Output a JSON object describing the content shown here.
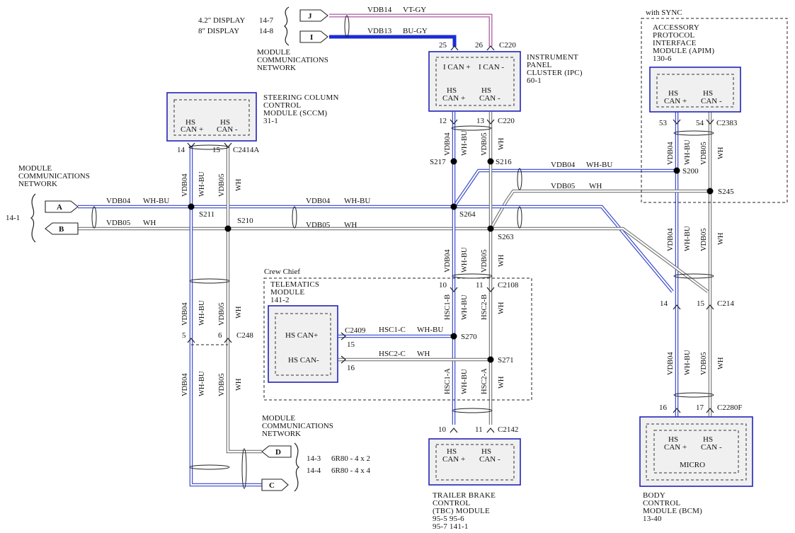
{
  "modules": {
    "sccm": {
      "name": [
        "STEERING COLUMN",
        "CONTROL",
        "MODULE (SCCM)",
        "31-1"
      ],
      "pins": [
        "HS",
        "CAN +",
        "HS",
        "CAN -"
      ]
    },
    "ipc": {
      "name": [
        "INSTRUMENT",
        "PANEL",
        "CLUSTER (IPC)",
        "60-1"
      ],
      "top_pins": [
        "I CAN +",
        "I CAN -"
      ],
      "pins": [
        "HS",
        "CAN +",
        "HS",
        "CAN -"
      ]
    },
    "apim": {
      "group": "with SYNC",
      "name": [
        "ACCESSORY",
        "PROTOCOL",
        "INTERFACE",
        "MODULE (APIM)",
        "130-6"
      ],
      "pins": [
        "HS",
        "CAN +",
        "HS",
        "CAN -"
      ]
    },
    "telematics": {
      "group": "Crew Chief",
      "name": [
        "TELEMATICS",
        "MODULE",
        "141-2"
      ],
      "pins": [
        "HS CAN+",
        "HS CAN-"
      ]
    },
    "tbc": {
      "name": [
        "TRAILER BRAKE",
        "CONTROL",
        "(TBC) MODULE",
        "95-5    95-6",
        "95-7    141-1"
      ],
      "pins": [
        "HS",
        "CAN +",
        "HS",
        "CAN -"
      ]
    },
    "bcm": {
      "name": [
        "BODY",
        "CONTROL",
        "MODULE (BCM)",
        "13-40"
      ],
      "pins": [
        "HS",
        "CAN +",
        "HS",
        "CAN -"
      ],
      "micro": "MICRO"
    }
  },
  "networks": {
    "top": {
      "label": [
        "MODULE",
        "COMMUNICATIONS",
        "NETWORK"
      ],
      "rows": [
        {
          "text": "4.2\" DISPLAY",
          "ref": "14-7",
          "tag": "J",
          "circuit": "VDB14",
          "color": "VT-GY"
        },
        {
          "text": "8\" DISPLAY",
          "ref": "14-8",
          "tag": "I",
          "circuit": "VDB13",
          "color": "BU-GY"
        }
      ]
    },
    "left": {
      "label": [
        "MODULE",
        "COMMUNICATIONS",
        "NETWORK"
      ],
      "ref": "14-1",
      "tags": [
        "A",
        "B"
      ]
    },
    "bottom": {
      "label": [
        "MODULE",
        "COMMUNICATIONS",
        "NETWORK"
      ],
      "rows": [
        {
          "tag": "D",
          "ref": "14-3",
          "text": "6R80 - 4 x 2"
        },
        {
          "tag": "C",
          "ref": "14-4",
          "text": "6R80 - 4 x 4"
        }
      ]
    }
  },
  "connectors": {
    "c220_top": {
      "name": "C220",
      "pins": [
        "25",
        "26"
      ]
    },
    "c220_bot": {
      "name": "C220",
      "pins": [
        "12",
        "13"
      ]
    },
    "c2414a": {
      "name": "C2414A",
      "pins": [
        "14",
        "15"
      ]
    },
    "c2383": {
      "name": "C2383",
      "pins": [
        "53",
        "54"
      ]
    },
    "c248": {
      "name": "C248",
      "pins": [
        "5",
        "6"
      ]
    },
    "c2108": {
      "name": "C2108",
      "pins": [
        "10",
        "11"
      ]
    },
    "c214": {
      "name": "C214",
      "pins": [
        "14",
        "15"
      ]
    },
    "c2409": {
      "name": "C2409",
      "pins": [
        "15",
        "16"
      ]
    },
    "c2142": {
      "name": "C2142",
      "pins": [
        "10",
        "11"
      ]
    },
    "c2280f": {
      "name": "C2280F",
      "pins": [
        "16",
        "17"
      ]
    }
  },
  "splices": [
    "S211",
    "S210",
    "S217",
    "S216",
    "S264",
    "S263",
    "S200",
    "S245",
    "S270",
    "S271"
  ],
  "wires": {
    "vdb04": "VDB04",
    "vdb05": "VDB05",
    "whbu": "WH-BU",
    "wh": "WH",
    "hsc1b": "HSC1-B",
    "hsc2b": "HSC2-B",
    "hsc1a": "HSC1-A",
    "hsc2a": "HSC2-A",
    "hsc1c": "HSC1-C",
    "hsc2c": "HSC2-C"
  },
  "colors": {
    "can_high": "#3344cc",
    "can_low": "#777777",
    "vt_gy": "#b36aa8",
    "bu_gy": "#1a2bd6",
    "module_border": "#2222bb",
    "module_fill": "#f0f0f0"
  }
}
